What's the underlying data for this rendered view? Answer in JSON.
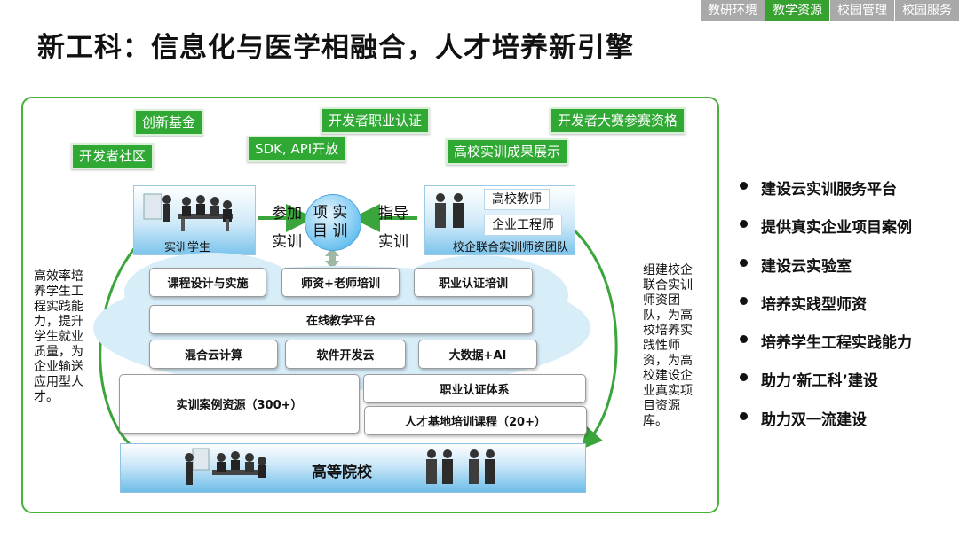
{
  "nav": {
    "tabs": [
      {
        "label": "教研环境",
        "active": false
      },
      {
        "label": "教学资源",
        "active": true
      },
      {
        "label": "校园管理",
        "active": false
      },
      {
        "label": "校园服务",
        "active": false
      }
    ],
    "active_color": "#37a22f",
    "inactive_color": "#a9a9a9"
  },
  "title": "新工科：信息化与医学相融合，人才培养新引擎",
  "diagram": {
    "top_tags": {
      "innovation_fund": "创新基金",
      "developer_cert": "开发者职业认证",
      "competition": "开发者大赛参赛资格",
      "community": "开发者社区",
      "sdk": "SDK, API开放",
      "showcase": "高校实训成果展示"
    },
    "students_label": "实训学生",
    "teachers": {
      "college_teacher": "高校教师",
      "engineer": "企业工程师",
      "team_label": "校企联合实训师资团队"
    },
    "center": {
      "line1": "项 实",
      "line2": "目 训"
    },
    "left_flow": {
      "top": "参加",
      "bottom": "实训"
    },
    "right_flow": {
      "top": "指导",
      "bottom": "实训"
    },
    "boxes": {
      "course_design": "课程设计与实施",
      "teacher_training": "师资+老师培训",
      "cert_training": "职业认证培训",
      "online_platform": "在线教学平台",
      "hybrid_cloud": "混合云计算",
      "dev_cloud": "软件开发云",
      "bigdata_ai": "大数据+AI",
      "case_resources": "实训案例资源（300+）",
      "cert_system": "职业认证体系",
      "base_courses": "人才基地培训课程（20+）"
    },
    "bottom_label": "高等院校",
    "left_text": "高效率培养学生工程实践能力，提升学生就业质量，为企业输送应用型人才。",
    "right_text": "组建校企联合实训师资团队，为高校培养实践性师资，为高校建设企业真实项目资源库。",
    "accent_color": "#2fa934"
  },
  "bullets": [
    "建设云实训服务平台",
    "提供真实企业项目案例",
    "建设云实验室",
    "培养实践型师资",
    "培养学生工程实践能力",
    "助力‘新工科’建设",
    "助力双一流建设"
  ]
}
